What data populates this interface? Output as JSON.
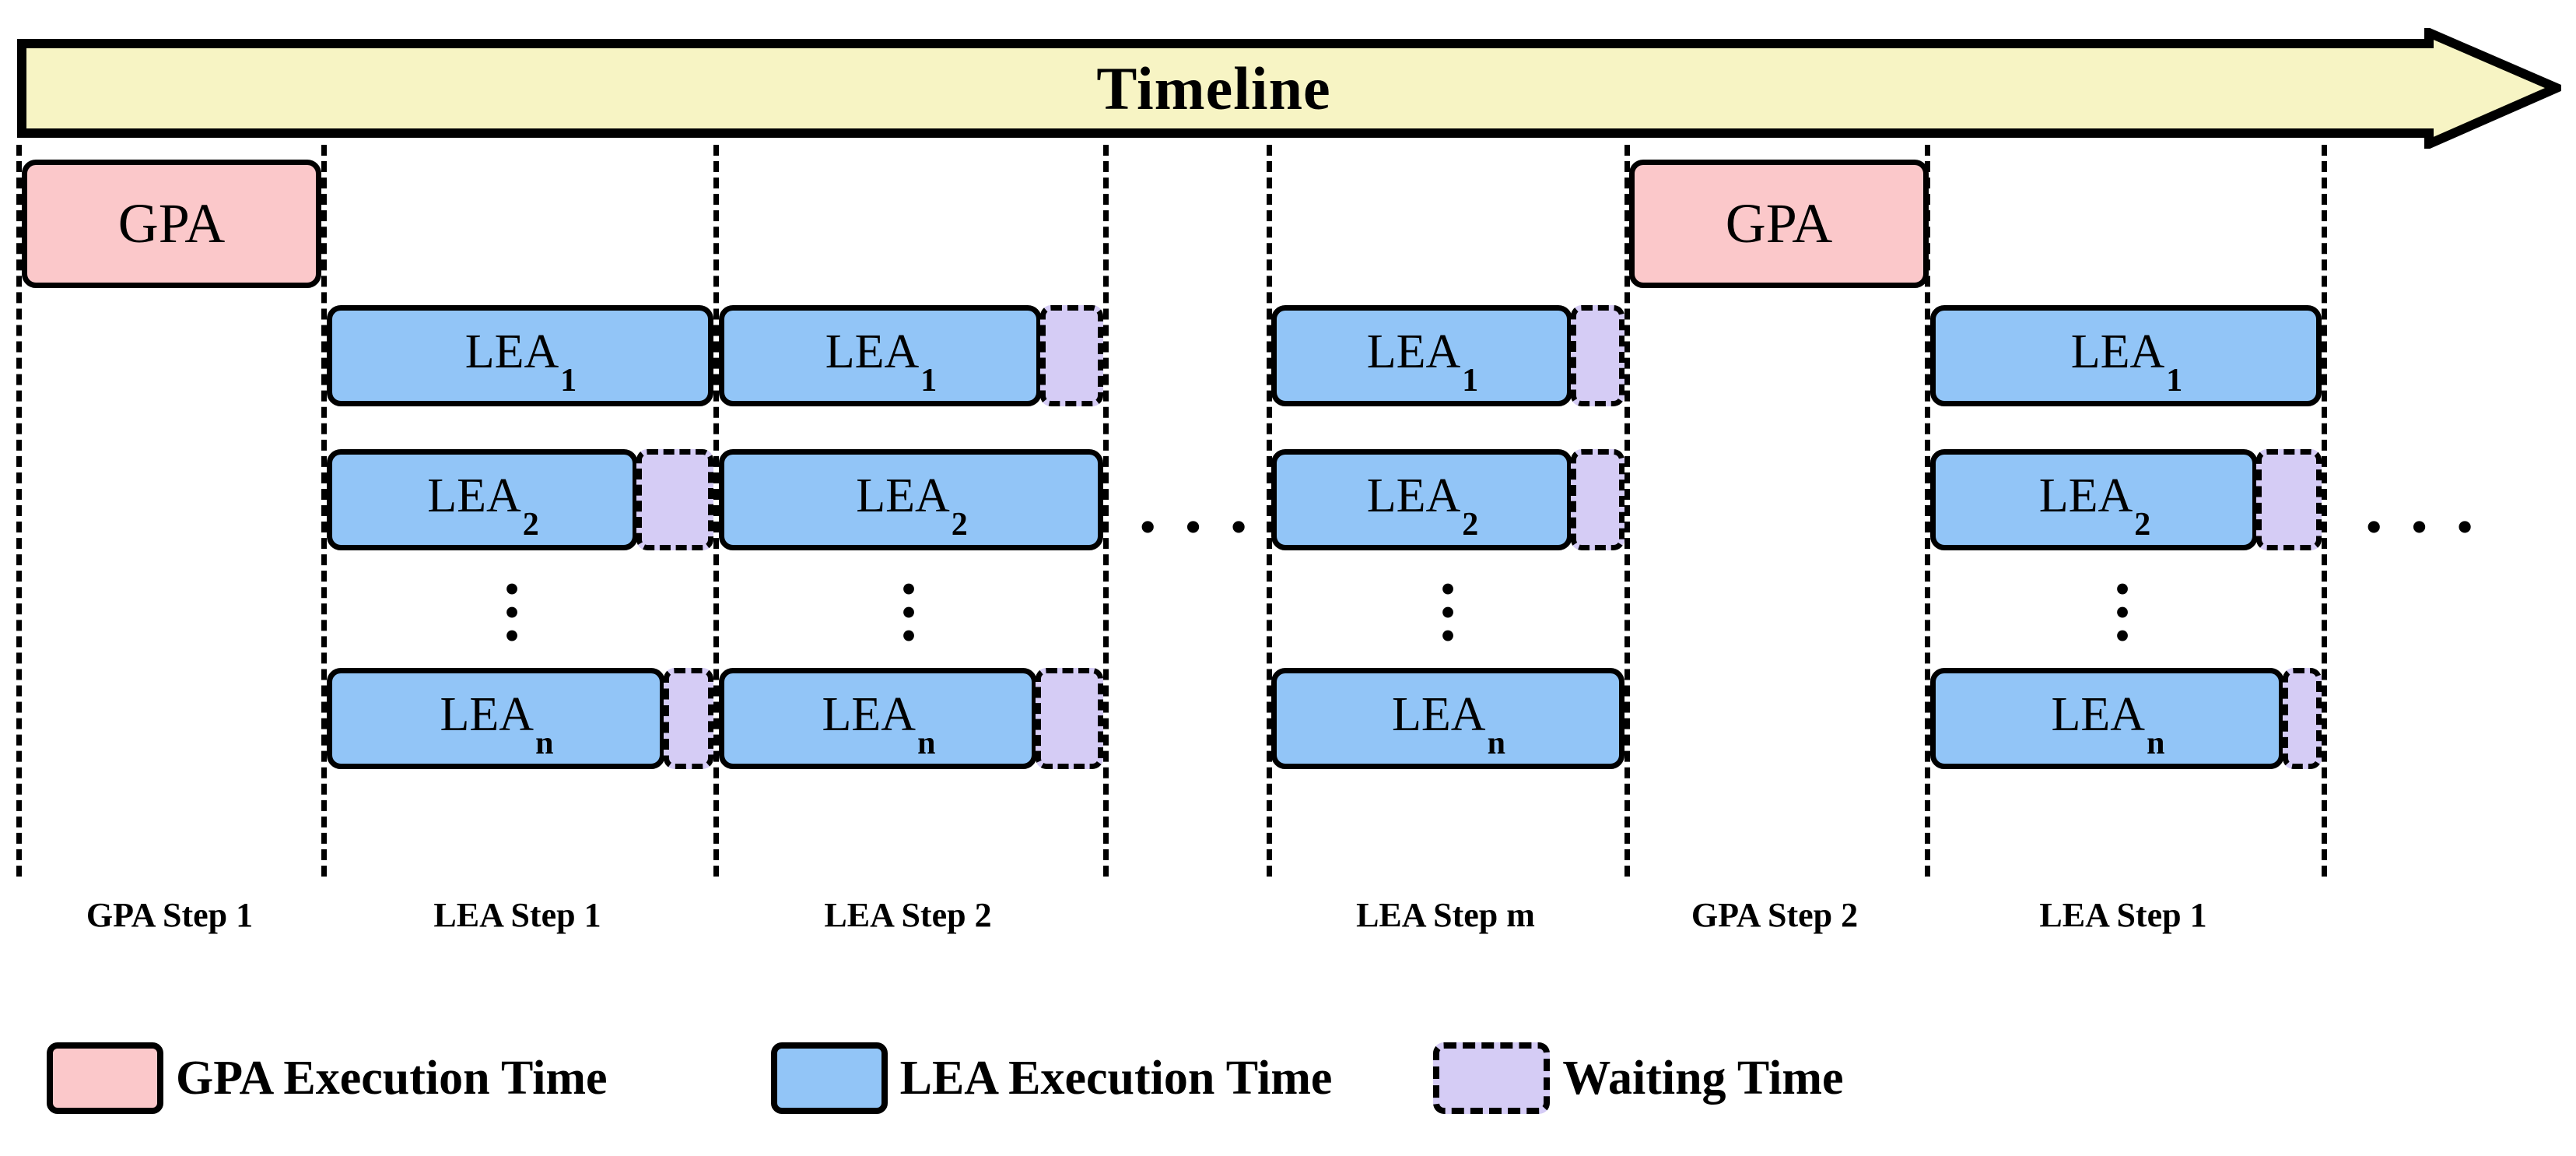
{
  "timeline": {
    "label": "Timeline",
    "arrow_fill": "#f7f4c4",
    "arrow_stroke": "#000000"
  },
  "colors": {
    "gpa": "#fbc8ca",
    "lea": "#92c5f7",
    "waiting": "#d5ccf5",
    "outline": "#000000",
    "arrow": "#f7f4c4"
  },
  "blocks": {
    "gpa_label": "GPA",
    "lea_base": "LEA",
    "lea_subscripts": {
      "first": "1",
      "second": "2",
      "last": "n"
    }
  },
  "columns": [
    {
      "name": "gpa-step-1",
      "label": "GPA Step 1"
    },
    {
      "name": "lea-step-1",
      "label": "LEA Step 1"
    },
    {
      "name": "lea-step-2",
      "label": "LEA Step 2"
    },
    {
      "name": "lea-step-m",
      "label": "LEA Step m"
    },
    {
      "name": "gpa-step-2",
      "label": "GPA Step 2"
    },
    {
      "name": "lea-step-1-repeat",
      "label": "LEA Step 1"
    }
  ],
  "rows": [
    {
      "name": "lea-row-1",
      "label": "LEA",
      "sub": "1"
    },
    {
      "name": "lea-row-2",
      "label": "LEA",
      "sub": "2"
    },
    {
      "name": "lea-row-n",
      "label": "LEA",
      "sub": "n"
    }
  ],
  "ellipses": {
    "horizontal": "• • •",
    "vertical_dot": "•"
  },
  "legend": {
    "items": [
      {
        "name": "legend-gpa",
        "swatch": "gpa",
        "text": "GPA Execution Time"
      },
      {
        "name": "legend-lea",
        "swatch": "lea",
        "text": "LEA Execution Time"
      },
      {
        "name": "legend-waiting",
        "swatch": "waiting",
        "text": "Waiting Time"
      }
    ]
  }
}
